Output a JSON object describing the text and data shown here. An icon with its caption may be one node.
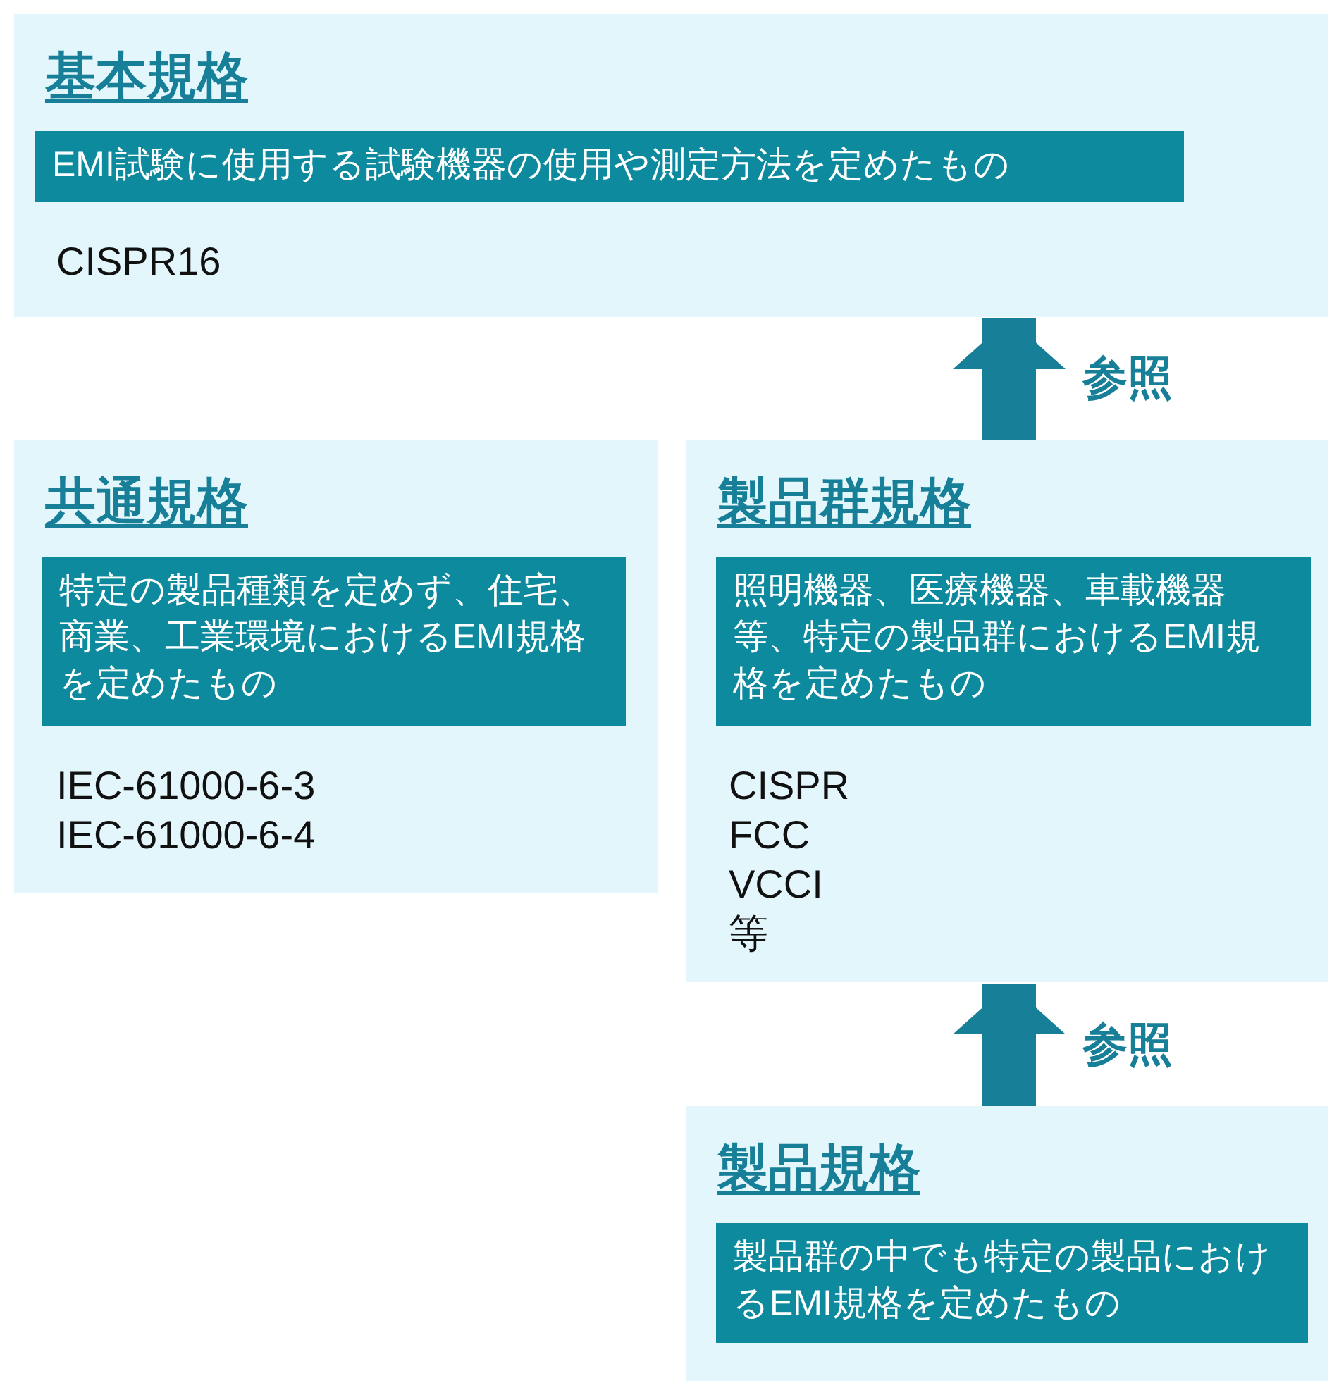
{
  "diagram": {
    "nodes": [
      {
        "text": [
          "基本規格",
          "CISPR16"
        ]
      },
      {
        "text": [
          "EMI試験に使用する試験機器の使用や測定方法を定めたもの"
        ],
        "in": 0
      },
      {
        "text": [
          "共通規格",
          "IEC-61000-6-3",
          "IEC-61000-6-4"
        ]
      },
      {
        "text": [
          "特定の製品種類を定めず、住宅、商業、工業環境におけるEMI規格を定めたもの"
        ],
        "in": 2
      },
      {
        "text": [
          "製品群規格",
          "CISPR",
          "FCC",
          "VCCI",
          "等"
        ]
      },
      {
        "text": [
          "照明機器、医療機器、車載機器等、特定の製品群におけるEMI規格を定めたもの"
        ],
        "in": 4
      },
      {
        "text": [
          "製品規格"
        ]
      },
      {
        "text": [
          "製品群の中でも特定の製品におけるEMI規格を定めたもの"
        ],
        "in": 6
      }
    ],
    "edges": [
      {
        "from": 4,
        "to": 0,
        "arrow": "to",
        "label": "参照"
      },
      {
        "from": 6,
        "to": 4,
        "arrow": "to",
        "label": "参照"
      }
    ]
  }
}
